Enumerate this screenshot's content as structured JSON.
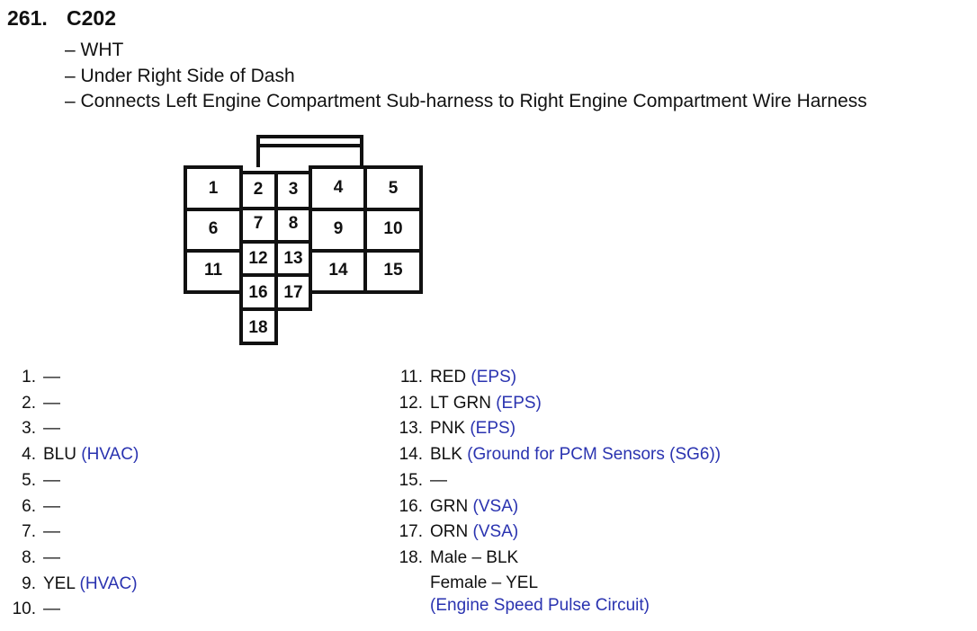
{
  "header": {
    "number": "261.",
    "connector": "C202"
  },
  "details": [
    "– WHT",
    "– Under Right Side of Dash",
    "– Connects Left Engine Compartment Sub-harness to Right Engine Compartment Wire Harness"
  ],
  "connector_pins": [
    "1",
    "2",
    "3",
    "4",
    "5",
    "6",
    "7",
    "8",
    "9",
    "10",
    "11",
    "12",
    "13",
    "14",
    "15",
    "16",
    "17",
    "18"
  ],
  "pins_left": [
    {
      "num": "1.",
      "wire": "—",
      "note": ""
    },
    {
      "num": "2.",
      "wire": "—",
      "note": ""
    },
    {
      "num": "3.",
      "wire": "—",
      "note": ""
    },
    {
      "num": "4.",
      "wire": "BLU",
      "note": "(HVAC)"
    },
    {
      "num": "5.",
      "wire": "—",
      "note": ""
    },
    {
      "num": "6.",
      "wire": "—",
      "note": ""
    },
    {
      "num": "7.",
      "wire": "—",
      "note": ""
    },
    {
      "num": "8.",
      "wire": "—",
      "note": ""
    },
    {
      "num": "9.",
      "wire": "YEL",
      "note": "(HVAC)"
    },
    {
      "num": "10.",
      "wire": "—",
      "note": ""
    }
  ],
  "pins_right": [
    {
      "num": "11.",
      "wire": "RED",
      "note": "(EPS)"
    },
    {
      "num": "12.",
      "wire": "LT GRN",
      "note": "(EPS)"
    },
    {
      "num": "13.",
      "wire": "PNK",
      "note": "(EPS)"
    },
    {
      "num": "14.",
      "wire": "BLK",
      "note": "(Ground for PCM Sensors (SG6))"
    },
    {
      "num": "15.",
      "wire": "—",
      "note": ""
    },
    {
      "num": "16.",
      "wire": "GRN",
      "note": "(VSA)"
    },
    {
      "num": "17.",
      "wire": "ORN",
      "note": "(VSA)"
    },
    {
      "num": "18.",
      "wire": "Male – BLK",
      "note": "",
      "line2": "Female – YEL",
      "line3": "(Engine Speed Pulse Circuit)"
    }
  ],
  "colors": {
    "text": "#111111",
    "note": "#2a33b0"
  }
}
